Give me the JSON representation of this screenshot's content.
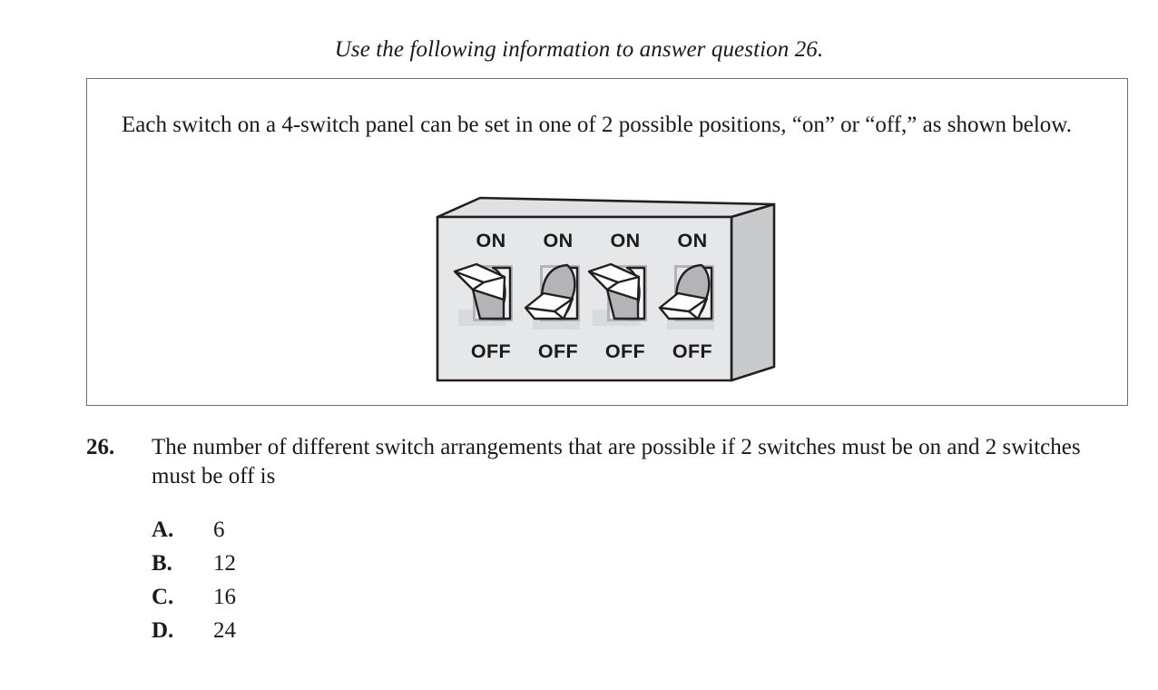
{
  "header": {
    "instruction": "Use the following information to answer question 26."
  },
  "info_box": {
    "body_text": "Each switch on a 4-switch panel can be set in one of 2 possible positions, “on” or “off,” as shown below.",
    "figure": {
      "name": "four-switch-panel",
      "switch_count": 4,
      "on_label": "ON",
      "off_label": "OFF",
      "switch_labels_top": [
        "ON",
        "ON",
        "ON",
        "ON"
      ],
      "switch_labels_bottom": [
        "OFF",
        "OFF",
        "OFF",
        "OFF"
      ],
      "switch_positions": [
        "on",
        "off",
        "on",
        "off"
      ],
      "colors": {
        "panel_front": "#e6e7e8",
        "panel_side": "#c9cacc",
        "panel_top": "#e0e1e2",
        "outline": "#231f20",
        "switch_body": "#ffffff",
        "switch_shade": "#b3b4b6",
        "switch_shadow": "#d3d4d6"
      }
    }
  },
  "question": {
    "number": "26.",
    "text": "The number of different switch arrangements that are possible if 2 switches must be on and 2 switches must be off is",
    "options": [
      {
        "letter": "A.",
        "value": "6"
      },
      {
        "letter": "B.",
        "value": "12"
      },
      {
        "letter": "C.",
        "value": "16"
      },
      {
        "letter": "D.",
        "value": "24"
      }
    ]
  }
}
